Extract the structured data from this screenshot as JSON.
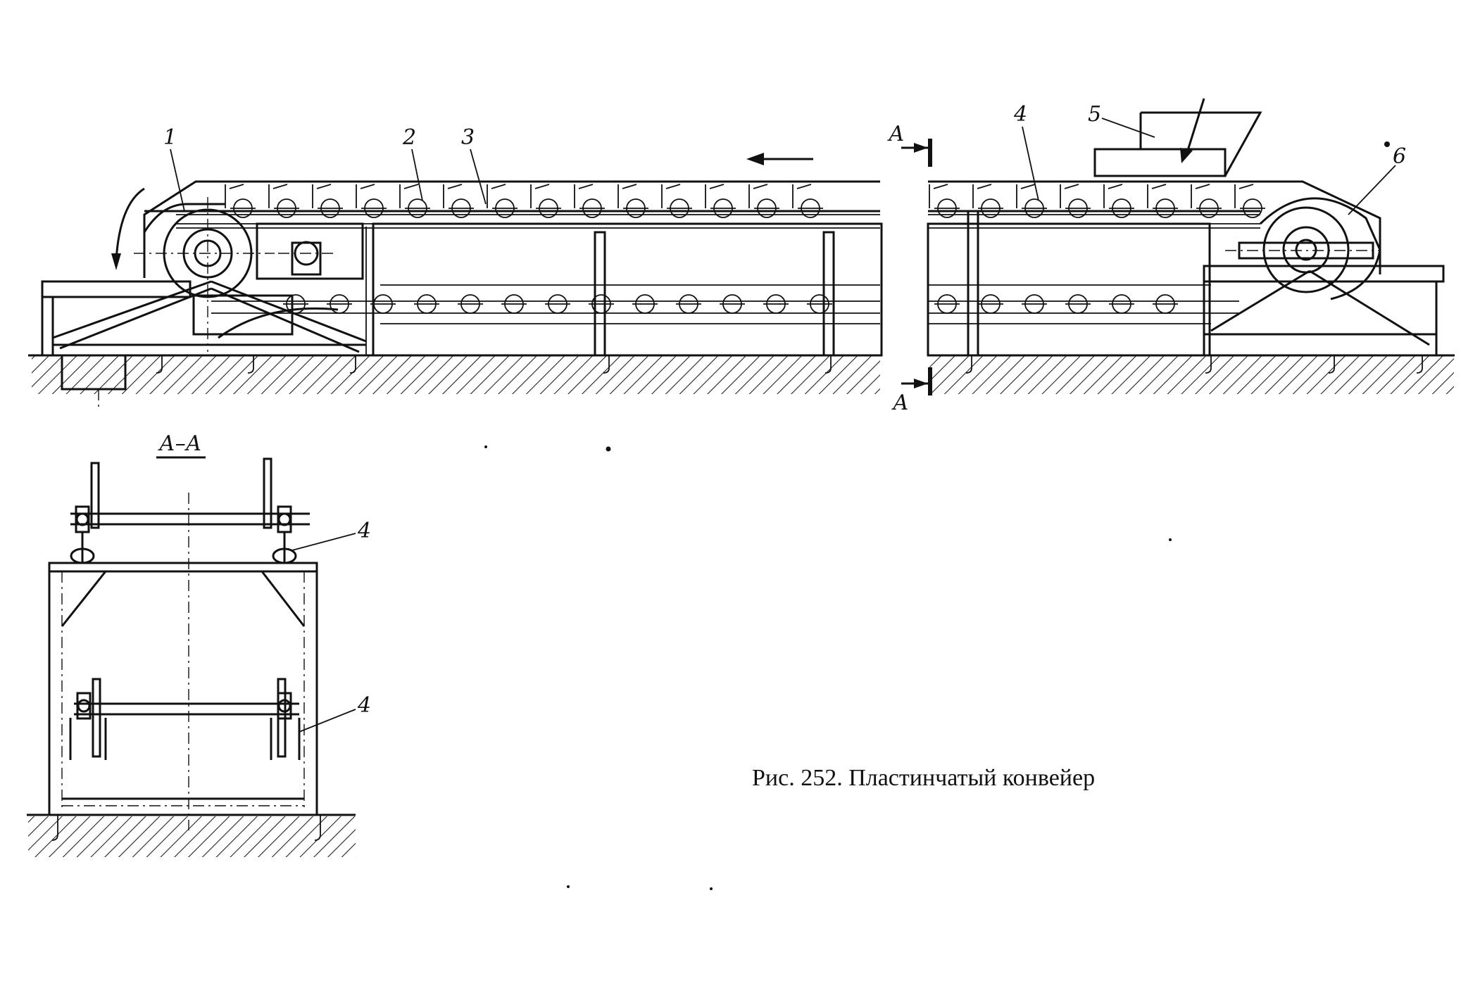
{
  "figure": {
    "caption": "Рис. 252. Пластинчатый конвейер",
    "section_title": "А–А",
    "section_marker_top": "А",
    "section_marker_bottom": "А",
    "callouts": {
      "c1": "1",
      "c2": "2",
      "c3": "3",
      "c4": "4",
      "c5": "5",
      "c6": "6",
      "c4_section_upper": "4",
      "c4_section_lower": "4"
    }
  }
}
